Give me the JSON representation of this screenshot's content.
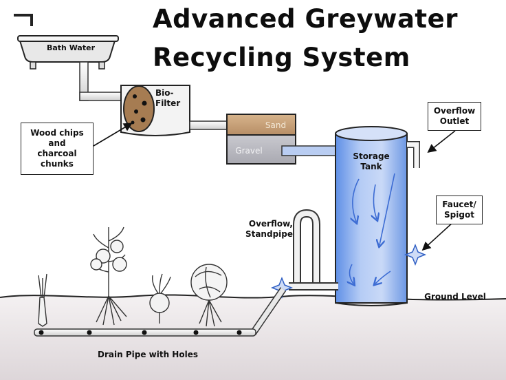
{
  "title": {
    "line1": "Advanced  Greywater",
    "line2": "Recycling System"
  },
  "labels": {
    "bath_water": "Bath Water",
    "bio_filter_1": "Bio-",
    "bio_filter_2": "Filter",
    "wood_chips": [
      "Wood chips",
      "and",
      "charcoal",
      "chunks"
    ],
    "sand": "Sand",
    "gravel": "Gravel",
    "storage_tank_1": "Storage",
    "storage_tank_2": "Tank",
    "overflow_outlet_1": "Overflow",
    "overflow_outlet_2": "Outlet",
    "faucet_1": "Faucet/",
    "faucet_2": "Spigot",
    "overflow_standpipe_1": "Overflow,",
    "overflow_standpipe_2": "Standpipe",
    "ground_level": "Ground Level",
    "drain_pipe": "Drain Pipe with Holes"
  },
  "colors": {
    "water_blue": "#8fb4ef",
    "pipe_grey": "#e6e6e6",
    "sand": "#c8a47a",
    "gravel": "#bfbfc6",
    "ground": "#e9e4e6"
  }
}
